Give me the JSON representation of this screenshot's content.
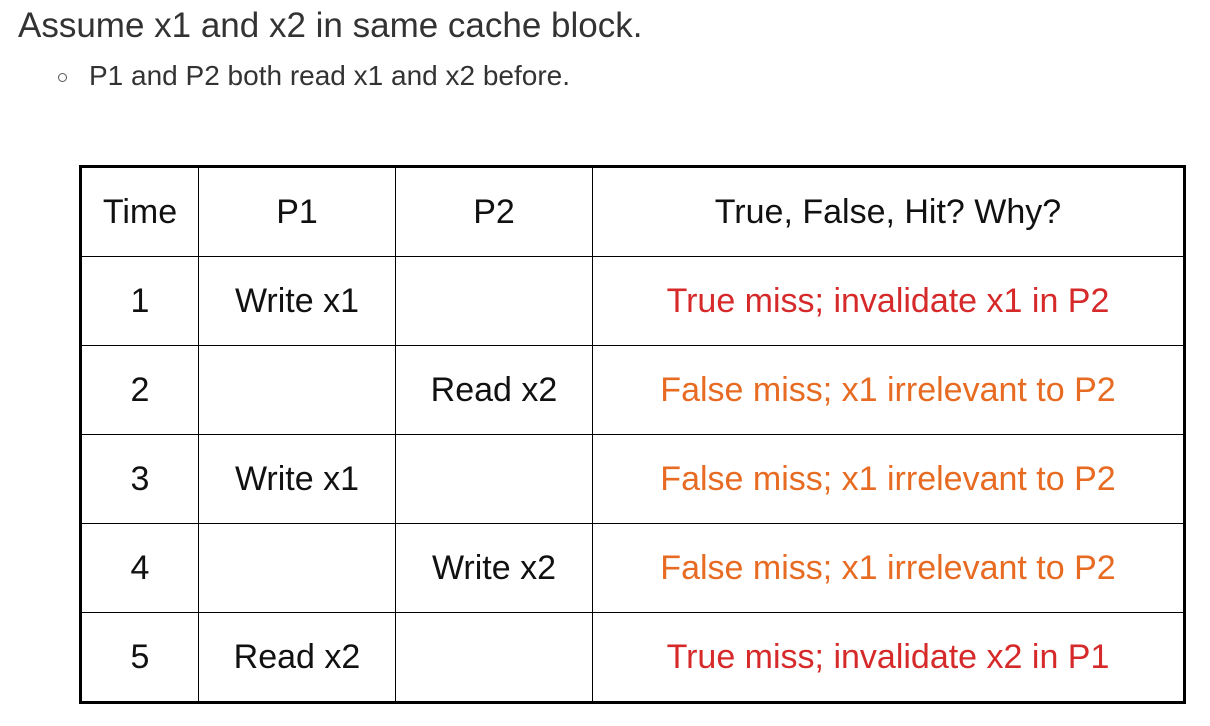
{
  "heading": "Assume x1 and x2 in same cache block.",
  "bullet": "P1 and P2 both read x1 and x2 before.",
  "colors": {
    "true_miss": "#d62a2a",
    "false_miss": "#e76b22"
  },
  "table": {
    "headers": [
      "Time",
      "P1",
      "P2",
      "True, False, Hit? Why?"
    ],
    "rows": [
      {
        "time": "1",
        "p1": "Write x1",
        "p2": "",
        "why": "True miss; invalidate x1 in P2",
        "kind": "true"
      },
      {
        "time": "2",
        "p1": "",
        "p2": "Read x2",
        "why": "False miss; x1 irrelevant to P2",
        "kind": "false"
      },
      {
        "time": "3",
        "p1": "Write x1",
        "p2": "",
        "why": "False miss; x1 irrelevant to P2",
        "kind": "false"
      },
      {
        "time": "4",
        "p1": "",
        "p2": "Write x2",
        "why": "False miss; x1 irrelevant to P2",
        "kind": "false"
      },
      {
        "time": "5",
        "p1": "Read x2",
        "p2": "",
        "why": "True miss; invalidate x2 in P1",
        "kind": "true"
      }
    ]
  }
}
